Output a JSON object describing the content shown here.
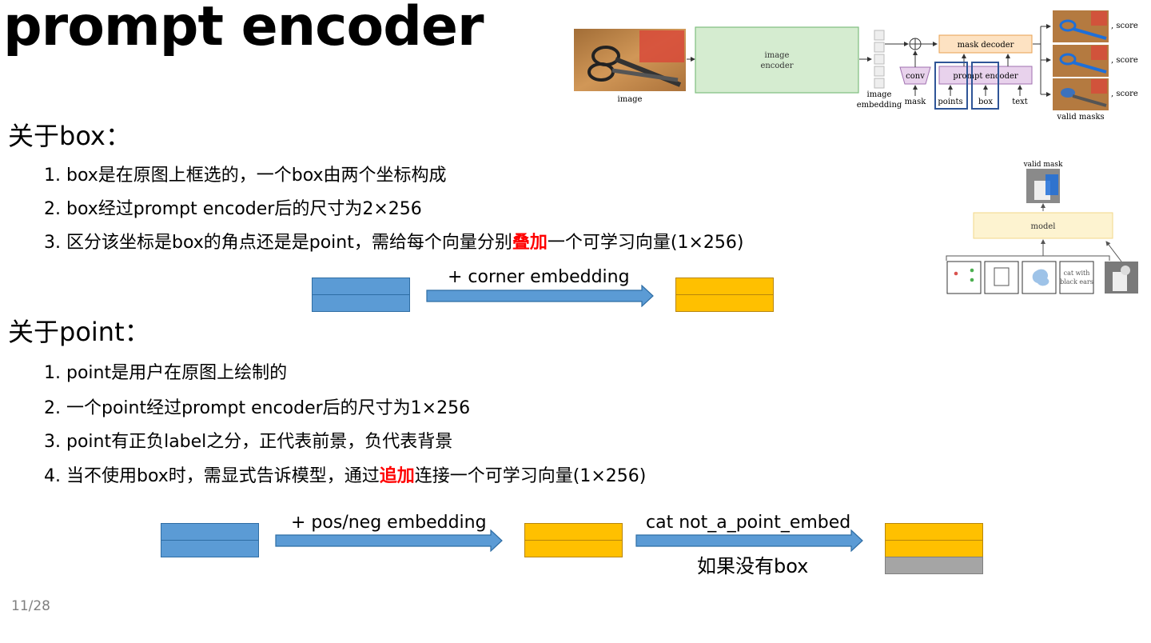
{
  "slide": {
    "title": "prompt encoder",
    "page": "11/28"
  },
  "box_section": {
    "heading": "关于box：",
    "items": [
      {
        "text": "1. box是在原图上框选的，一个box由两个坐标构成"
      },
      {
        "text": "2. box经过prompt encoder后的尺寸为2×256"
      },
      {
        "pre": "3. 区分该坐标是box的角点还是是point，需给每个向量分别",
        "highlight": "叠加",
        "post": "一个可学习向量(1×256)"
      }
    ],
    "arrow_label": "+ corner embedding"
  },
  "point_section": {
    "heading": "关于point：",
    "items": [
      {
        "text": "1. point是用户在原图上绘制的"
      },
      {
        "text": "2. 一个point经过prompt encoder后的尺寸为1×256"
      },
      {
        "text": "3. point有正负label之分，正代表前景，负代表背景"
      },
      {
        "pre": "4. 当不使用box时，需显式告诉模型，通过",
        "highlight": "追加",
        "post": "连接一个可学习向量(1×256)"
      }
    ],
    "arrow1_label": "+ pos/neg embedding",
    "arrow2_label": "cat not_a_point_embed",
    "arrow2_sublabel": "如果没有box"
  },
  "sam_diagram": {
    "image_label": "image",
    "image_encoder_line1": "image",
    "image_encoder_line2": "encoder",
    "embedding_label_line1": "image",
    "embedding_label_line2": "embedding",
    "mask_decoder": "mask decoder",
    "prompt_encoder": "prompt encoder",
    "conv": "conv",
    "inputs": [
      "mask",
      "points",
      "box",
      "text"
    ],
    "score_labels": [
      ", score",
      ", score",
      ", score"
    ],
    "valid_masks": "valid masks"
  },
  "model_diagram": {
    "valid_mask": "valid mask",
    "model": "model",
    "text_prompt_line1": "cat with",
    "text_prompt_line2": "black ears"
  },
  "colors": {
    "blue_block": "#5b9bd5",
    "gold_block": "#ffc000",
    "gray_block": "#a5a5a5",
    "highlight": "#ff0000",
    "encoder_fill": "#d5ecd0",
    "mask_decoder_fill": "#fde2c2",
    "prompt_encoder_fill": "#e8d2ec"
  }
}
